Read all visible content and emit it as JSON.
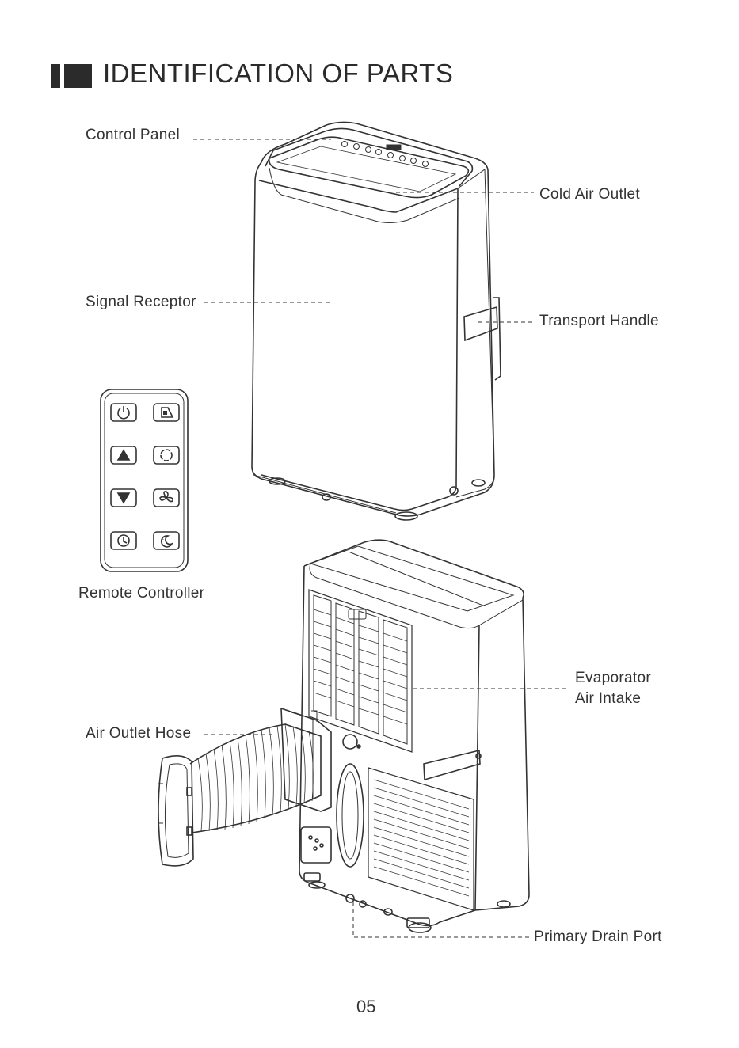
{
  "heading": {
    "title": "IDENTIFICATION OF PARTS"
  },
  "labels": {
    "control_panel": "Control Panel",
    "cold_air_outlet": "Cold Air Outlet",
    "signal_receptor": "Signal Receptor",
    "transport_handle": "Transport Handle",
    "remote_controller": "Remote Controller",
    "evaporator_line1": "Evaporator",
    "evaporator_line2": "Air Intake",
    "air_outlet_hose": "Air Outlet Hose",
    "primary_drain_port": "Primary Drain Port"
  },
  "page": {
    "number": "05"
  },
  "remote_buttons": [
    "power-icon",
    "mode-icon",
    "up-arrow-icon",
    "swing-icon",
    "down-arrow-icon",
    "fan-icon",
    "timer-icon",
    "sleep-icon"
  ]
}
